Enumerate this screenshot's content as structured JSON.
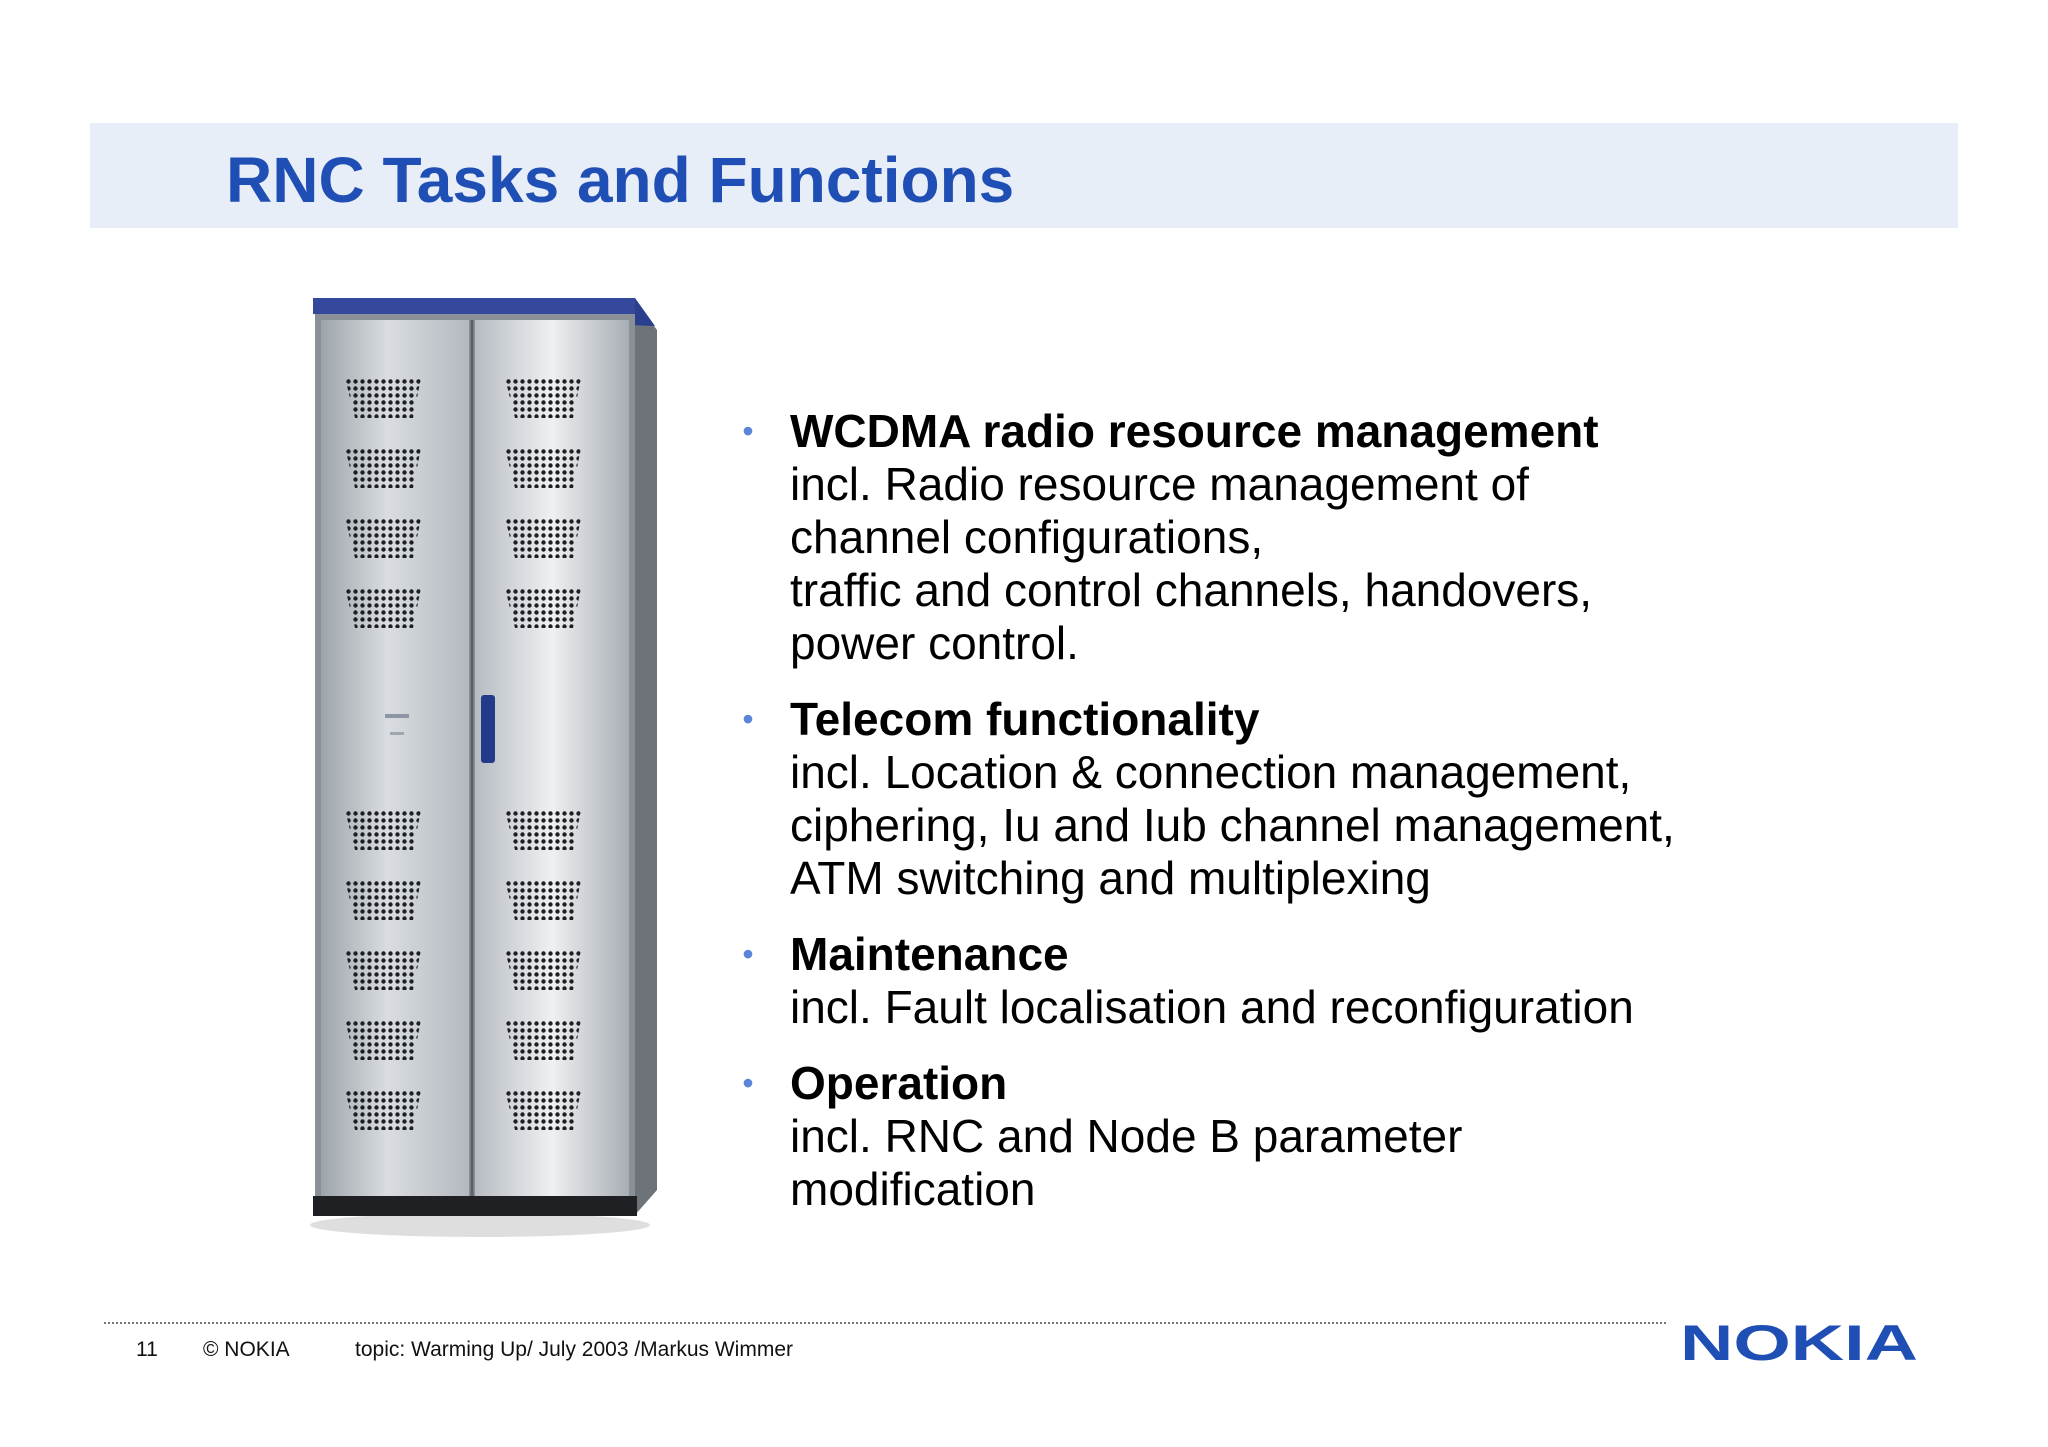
{
  "title": "RNC Tasks and Functions",
  "bullets": [
    {
      "heading": "WCDMA radio resource management",
      "lines": [
        "incl. Radio resource management of",
        "channel configurations,",
        "traffic and control channels, handovers,",
        "power control."
      ]
    },
    {
      "heading": "Telecom functionality",
      "lines": [
        "incl. Location & connection management,",
        "ciphering, Iu and Iub channel management,",
        "ATM switching and multiplexing"
      ]
    },
    {
      "heading": "Maintenance",
      "lines": [
        "incl. Fault localisation and reconfiguration"
      ]
    },
    {
      "heading": "Operation",
      "lines": [
        "incl. RNC and Node B parameter",
        "modification"
      ]
    }
  ],
  "bullet_glyph": "•",
  "footer": {
    "page_number": "11",
    "copyright": "© NOKIA",
    "topic": "topic: Warming Up/ July 2003 /Markus Wimmer"
  },
  "logo_text": "NOKIA",
  "colors": {
    "title": "#1f4fb4",
    "title_band": "#e8eef8",
    "bullet": "#5a85d8",
    "logo": "#1f4fb4"
  },
  "image": {
    "icon": "rnc-cabinet-image"
  }
}
